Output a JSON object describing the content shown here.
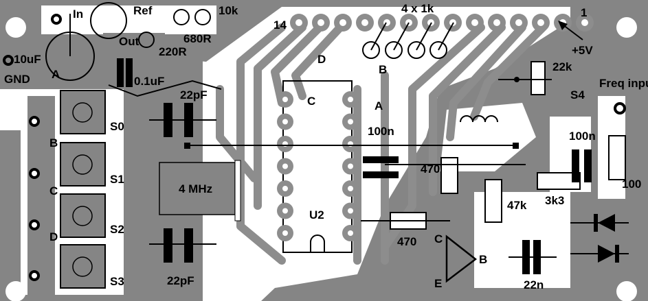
{
  "colors": {
    "copper": "#858585",
    "board_white": "#ffffff",
    "trace": "#8d8d8d",
    "silkscreen": "#000000"
  },
  "labels": {
    "in": "In",
    "ref": "Ref",
    "r10k": "10k",
    "pin14": "14",
    "r4x1k": "4 x 1k",
    "pin1": "1",
    "out": "Out",
    "r680": "680R",
    "r220": "220R",
    "c10uf": "10uF",
    "gnd": "GND",
    "a_left": "A",
    "c01uf": "0.1uF",
    "d_top": "D",
    "b_top": "B",
    "c_top": "C",
    "a_top": "A",
    "plus5v": "+5V",
    "r22k": "22k",
    "c22pf_top": "22pF",
    "freq_input": "Freq input",
    "s4": "S4",
    "s0": "S0",
    "b_left": "B",
    "c100n_mid": "100n",
    "c100n_right": "100n",
    "r470_mid": "470",
    "s1": "S1",
    "crystal": "4 MHz",
    "c_left": "C",
    "r3k3": "3k3",
    "r100": "100",
    "s2": "S2",
    "u2": "U2",
    "r470_low": "470",
    "r47k": "47k",
    "c_tr": "C",
    "d_left": "D",
    "b_tr": "B",
    "s3": "S3",
    "e_tr": "E",
    "c22pf_bottom": "22pF",
    "c22n": "22n"
  }
}
